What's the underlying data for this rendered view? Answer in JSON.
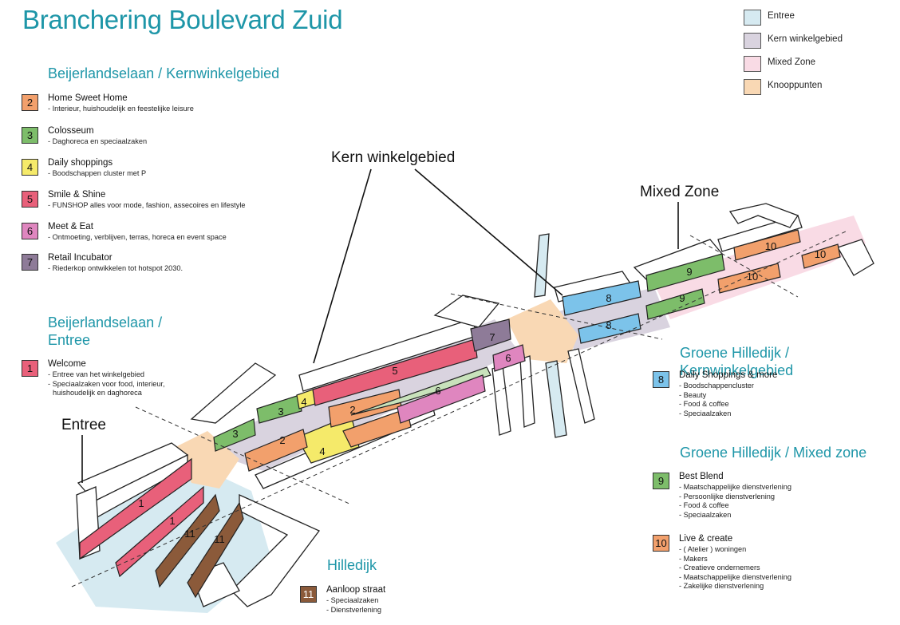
{
  "title": "Branchering Boulevard Zuid",
  "colors": {
    "accent": "#1e96a8",
    "entree": "#d6eaf1",
    "kern": "#d9d3df",
    "mixed": "#f9dbe5",
    "knooppunten": "#f9d8b4",
    "welcome": "#e8607a",
    "home": "#f2a06c",
    "colosseum": "#7dbd6a",
    "daily": "#f5ea6a",
    "smile": "#e8607a",
    "meet": "#df86bf",
    "incubator": "#8e7b98",
    "daily_more": "#7cc3ea",
    "hilledijk": "#8b5a3a"
  },
  "legend": [
    {
      "label": "Entree",
      "color": "#d6eaf1"
    },
    {
      "label": "Kern winkelgebied",
      "color": "#d9d3df"
    },
    {
      "label": "Mixed Zone",
      "color": "#f9dbe5"
    },
    {
      "label": "Knooppunten",
      "color": "#f9d8b4"
    }
  ],
  "sections": {
    "beijerland_kern": "Beijerlandselaan / Kernwinkelgebied",
    "beijerland_entree_1": "Beijerlandselaan /",
    "beijerland_entree_2": "Entree",
    "groene_kern": "Groene Hilledijk / Kernwinkelgebied",
    "groene_mixed": "Groene Hilledijk / Mixed zone",
    "hilledijk": "Hilledijk"
  },
  "items": {
    "i2": {
      "num": "2",
      "name": "Home Sweet Home",
      "desc": [
        "- Interieur, huishoudelijk en feestelijke leisure"
      ]
    },
    "i3": {
      "num": "3",
      "name": "Colosseum",
      "desc": [
        "- Daghoreca en speciaalzaken"
      ]
    },
    "i4": {
      "num": "4",
      "name": "Daily shoppings",
      "desc": [
        "- Boodschappen cluster met P"
      ]
    },
    "i5": {
      "num": "5",
      "name": "Smile & Shine",
      "desc": [
        "- FUNSHOP alles voor mode, fashion, assecoires en lifestyle"
      ]
    },
    "i6": {
      "num": "6",
      "name": "Meet & Eat",
      "desc": [
        "- Ontmoeting, verblijven, terras, horeca en event space"
      ]
    },
    "i7": {
      "num": "7",
      "name": "Retail Incubator",
      "desc": [
        "- Riederkop ontwikkelen tot hotspot 2030."
      ]
    },
    "i1": {
      "num": "1",
      "name": "Welcome",
      "desc": [
        "- Entree van het winkelgebied",
        "- Speciaalzaken voor food, interieur,",
        "  huishoudelijk en daghoreca"
      ]
    },
    "i8": {
      "num": "8",
      "name": "Daily Shoppings & more",
      "desc": [
        "- Boodschappencluster",
        "- Beauty",
        "- Food & coffee",
        "- Speciaalzaken"
      ]
    },
    "i9": {
      "num": "9",
      "name": "Best Blend",
      "desc": [
        "- Maatschappelijke dienstverlening",
        "- Persoonlijke dienstverlening",
        "- Food & coffee",
        "- Speciaalzaken"
      ]
    },
    "i10": {
      "num": "10",
      "name": "Live & create",
      "desc": [
        "- ( Atelier ) woningen",
        "- Makers",
        "- Creatieve ondernemers",
        "- Maatschappelijke dienstverlening",
        "- Zakelijke dienstverlening"
      ]
    },
    "i11": {
      "num": "11",
      "name": "Aanloop straat",
      "desc": [
        "- Speciaalzaken",
        "- Dienstverlening"
      ]
    }
  },
  "callouts": {
    "kern": "Kern winkelgebied",
    "mixed": "Mixed Zone",
    "entree": "Entree"
  },
  "map_labels": {
    "b1a": "1",
    "b1b": "1",
    "b11a": "11",
    "b11b": "11",
    "b2a": "2",
    "b2b": "2",
    "b3a": "3",
    "b3b": "3",
    "b4a": "4",
    "b4b": "4",
    "b5": "5",
    "b6a": "6",
    "b6b": "6",
    "b7": "7",
    "b8a": "8",
    "b8b": "8",
    "b9a": "9",
    "b9b": "9",
    "b10a": "10",
    "b10b": "10",
    "b10c": "10"
  }
}
